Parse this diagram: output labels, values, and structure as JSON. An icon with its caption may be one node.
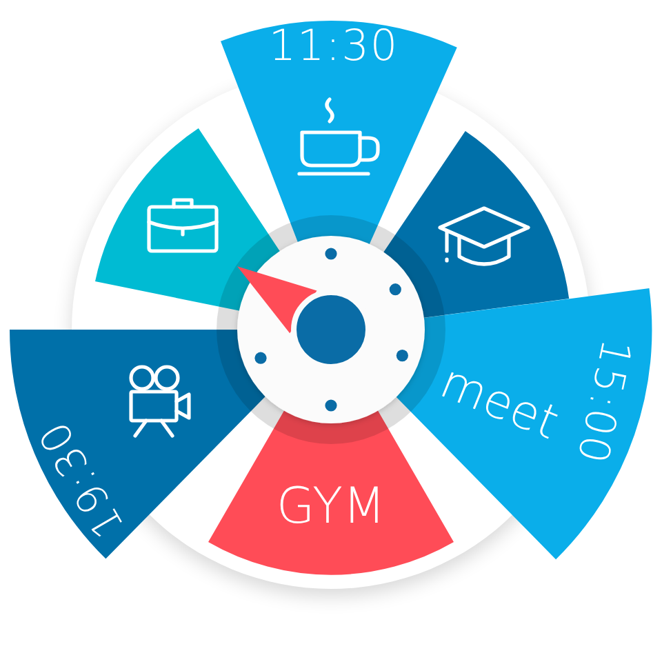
{
  "diagram": {
    "nodes": [
      {
        "text": [
          "11:30"
        ]
      },
      {
        "text": [],
        "shape": "wedge"
      },
      {
        "text": [],
        "shape": "wedge"
      },
      {
        "text": [
          "19:30"
        ]
      },
      {
        "text": [
          "meet",
          "15:00"
        ]
      },
      {
        "text": [
          "GYM"
        ]
      }
    ]
  }
}
